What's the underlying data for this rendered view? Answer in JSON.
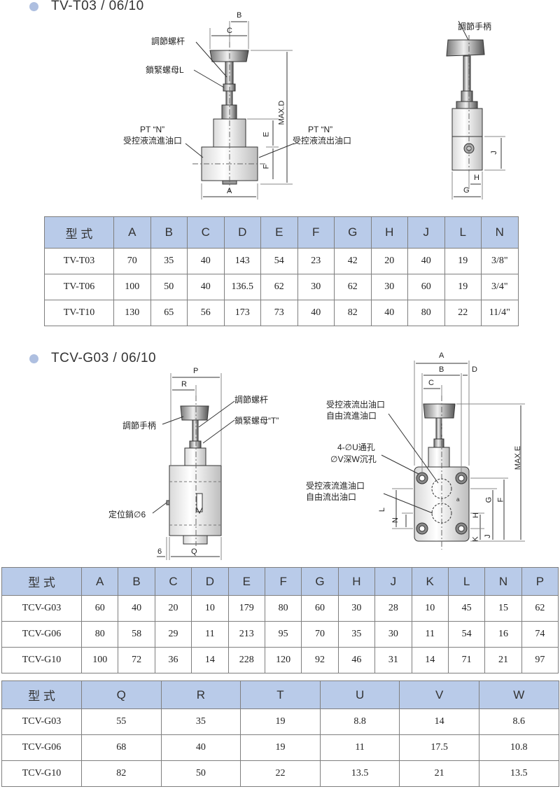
{
  "section1": {
    "title": "TV-T03 / 06/10",
    "labels": {
      "handle_front": "調節螺杆",
      "locknut": "鎖緊螺母L",
      "pt_in": "PT “N”",
      "inlet": "受控液流進油口",
      "pt_out": "PT “N”",
      "outlet": "受控液流出油口",
      "handle_side": "調節手柄",
      "dim_b": "B",
      "dim_c": "C",
      "dim_a": "A",
      "dim_maxd": "MAX.D",
      "dim_e": "E",
      "dim_f": "F",
      "dim_j": "J",
      "dim_h": "H",
      "dim_g": "G"
    },
    "table": {
      "headers": [
        "型 式",
        "A",
        "B",
        "C",
        "D",
        "E",
        "F",
        "G",
        "H",
        "J",
        "L",
        "N"
      ],
      "rows": [
        [
          "TV-T03",
          "70",
          "35",
          "40",
          "143",
          "54",
          "23",
          "42",
          "20",
          "40",
          "19",
          "3/8\""
        ],
        [
          "TV-T06",
          "100",
          "50",
          "40",
          "136.5",
          "62",
          "30",
          "62",
          "30",
          "60",
          "19",
          "3/4\""
        ],
        [
          "TV-T10",
          "130",
          "65",
          "56",
          "173",
          "73",
          "40",
          "82",
          "40",
          "80",
          "22",
          "11/4\""
        ]
      ]
    }
  },
  "section2": {
    "title": "TCV-G03 / 06/10",
    "labels": {
      "screw": "調節螺杆",
      "locknut": "鎖緊螺母“T”",
      "handle": "調節手柄",
      "pin": "定位銷∅6",
      "dim_p": "P",
      "dim_r": "R",
      "dim_q": "Q",
      "dim_6": "6",
      "out_ctrl": "受控液流出油口",
      "in_free": "自由流進油口",
      "holes1": "4-∅U通孔",
      "holes2": "∅V深W沉孔",
      "in_ctrl": "受控液流進油口",
      "out_free": "自由流出油口",
      "dim_a": "A",
      "dim_b": "B",
      "dim_c": "C",
      "dim_d": "D",
      "dim_maxe": "MAX.E",
      "dim_l": "L",
      "dim_n": "N",
      "dim_g": "G",
      "dim_f": "F",
      "dim_h": "H",
      "dim_j": "J",
      "dim_k": "K",
      "mark": "a"
    },
    "table1": {
      "headers": [
        "型 式",
        "A",
        "B",
        "C",
        "D",
        "E",
        "F",
        "G",
        "H",
        "J",
        "K",
        "L",
        "N",
        "P"
      ],
      "rows": [
        [
          "TCV-G03",
          "60",
          "40",
          "20",
          "10",
          "179",
          "80",
          "60",
          "30",
          "28",
          "10",
          "45",
          "15",
          "62"
        ],
        [
          "TCV-G06",
          "80",
          "58",
          "29",
          "11",
          "213",
          "95",
          "70",
          "35",
          "30",
          "11",
          "54",
          "16",
          "74"
        ],
        [
          "TCV-G10",
          "100",
          "72",
          "36",
          "14",
          "228",
          "120",
          "92",
          "46",
          "31",
          "14",
          "71",
          "21",
          "97"
        ]
      ]
    },
    "table2": {
      "headers": [
        "型 式",
        "Q",
        "R",
        "T",
        "U",
        "V",
        "W"
      ],
      "rows": [
        [
          "TCV-G03",
          "55",
          "35",
          "19",
          "8.8",
          "14",
          "8.6"
        ],
        [
          "TCV-G06",
          "68",
          "40",
          "19",
          "11",
          "17.5",
          "10.8"
        ],
        [
          "TCV-G10",
          "82",
          "50",
          "22",
          "13.5",
          "21",
          "13.5"
        ]
      ]
    }
  }
}
